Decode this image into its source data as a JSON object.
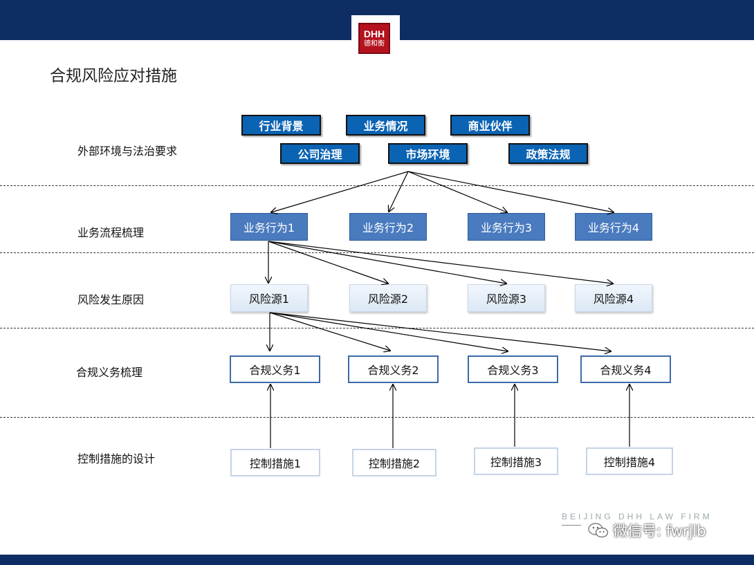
{
  "title": "合规风险应对措施",
  "logo": {
    "top": "DHH",
    "bottom": "德和衡"
  },
  "rows": {
    "external": "外部环境与法治要求",
    "process": "业务流程梳理",
    "cause": "风险发生原因",
    "obligation": "合规义务梳理",
    "control": "控制措施的设计"
  },
  "factors": [
    "行业背景",
    "业务情况",
    "商业伙伴",
    "公司治理",
    "市场环境",
    "政策法规"
  ],
  "behaviors": [
    "业务行为1",
    "业务行为2",
    "业务行为3",
    "业务行为4"
  ],
  "risks": [
    "风险源1",
    "风险源2",
    "风险源3",
    "风险源4"
  ],
  "obligations": [
    "合规义务1",
    "合规义务2",
    "合规义务3",
    "合规义务4"
  ],
  "controls": [
    "控制措施1",
    "控制措施2",
    "控制措施3",
    "控制措施4"
  ],
  "footer": {
    "firm": "BEIJING DHH LAW FIRM",
    "wechat": "微信号: fwrjlb"
  },
  "colors": {
    "navy": "#0e2d63",
    "factor_blue": "#0b63b3",
    "behavior_blue": "#4a7bbf",
    "logo_red": "#b3121e"
  }
}
